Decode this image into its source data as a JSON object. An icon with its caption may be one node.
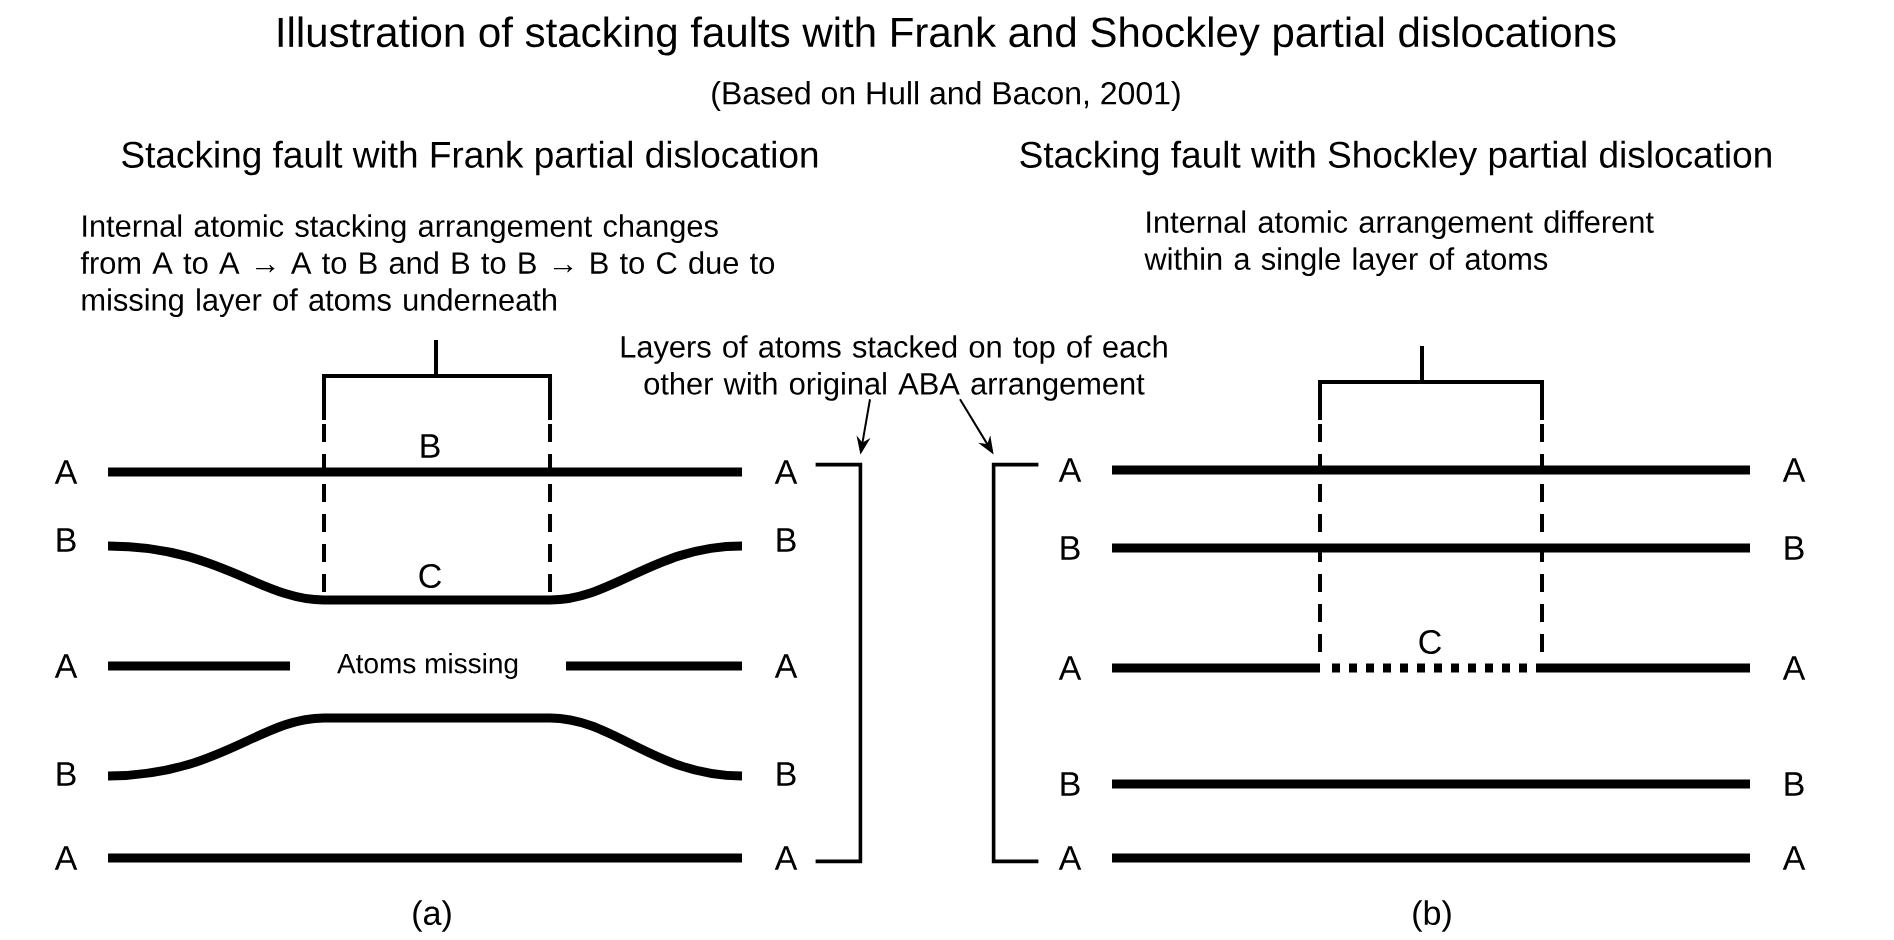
{
  "diagram": {
    "title": "Illustration of stacking faults with Frank and Shockley partial dislocations",
    "nodes": [
      {
        "text": [
          "Layers of atoms stacked on top of each other with original ABA arrangement"
        ]
      },
      {
        "text": [],
        "shape": "bracket"
      },
      {
        "text": [],
        "shape": "bracket"
      }
    ],
    "edges": [
      {
        "from": 0,
        "to": 1,
        "arrow": "to"
      },
      {
        "from": 0,
        "to": 2,
        "arrow": "to"
      }
    ],
    "labels": [
      "(Based on Hull and Bacon, 2001)",
      "Stacking fault with Frank partial dislocation",
      "Stacking fault with Shockley partial dislocation",
      "Internal atomic stacking arrangement changes from A to A → A to B and B to B → B to C due to missing layer of atoms underneath",
      "Internal atomic arrangement different within a single layer of atoms",
      "B",
      "A",
      "A",
      "B",
      "B",
      "C",
      "A",
      "Atoms missing",
      "A",
      "B",
      "B",
      "A",
      "A",
      "(a)",
      "A",
      "A",
      "B",
      "B",
      "C",
      "A",
      "A",
      "B",
      "B",
      "A",
      "A",
      "(b)"
    ]
  }
}
